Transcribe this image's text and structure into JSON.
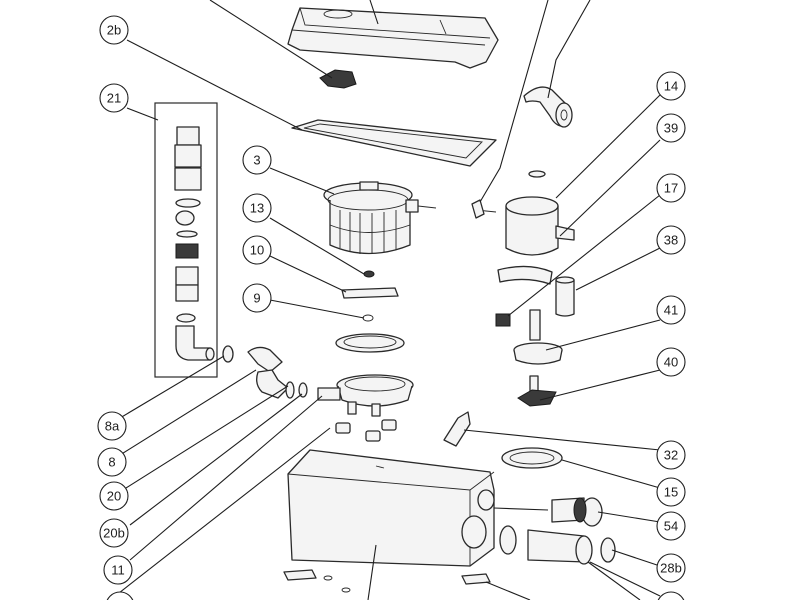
{
  "diagram": {
    "callouts": [
      {
        "id": "c2b",
        "label": "2b"
      },
      {
        "id": "c21",
        "label": "21"
      },
      {
        "id": "c3",
        "label": "3"
      },
      {
        "id": "c13",
        "label": "13"
      },
      {
        "id": "c10",
        "label": "10"
      },
      {
        "id": "c9",
        "label": "9"
      },
      {
        "id": "c8a",
        "label": "8a"
      },
      {
        "id": "c8",
        "label": "8"
      },
      {
        "id": "c20",
        "label": "20"
      },
      {
        "id": "c20b",
        "label": "20b"
      },
      {
        "id": "c11",
        "label": "11"
      },
      {
        "id": "c14",
        "label": "14"
      },
      {
        "id": "c39",
        "label": "39"
      },
      {
        "id": "c17",
        "label": "17"
      },
      {
        "id": "c38",
        "label": "38"
      },
      {
        "id": "c41",
        "label": "41"
      },
      {
        "id": "c40",
        "label": "40"
      },
      {
        "id": "c32",
        "label": "32"
      },
      {
        "id": "c15",
        "label": "15"
      },
      {
        "id": "c54",
        "label": "54"
      },
      {
        "id": "c28b",
        "label": "28b"
      }
    ]
  }
}
